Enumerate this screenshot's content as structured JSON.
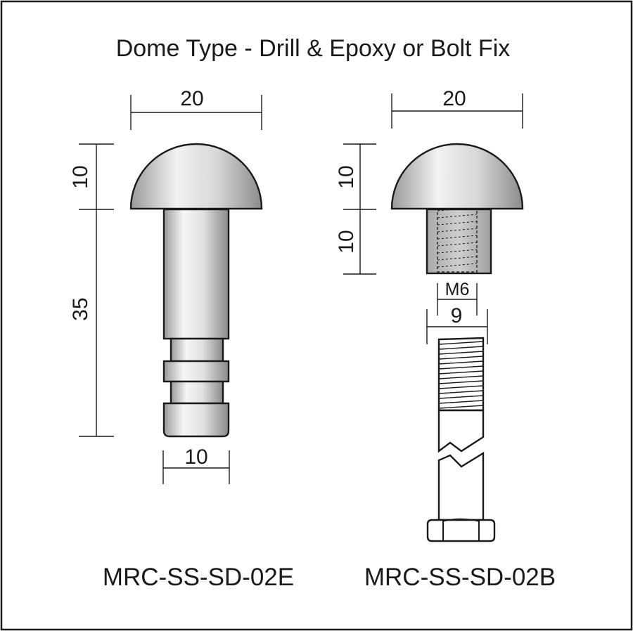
{
  "title": "Dome Type - Drill & Epoxy or Bolt Fix",
  "left_part": {
    "code": "MRC-SS-SD-02E",
    "dims": {
      "width_top": "20",
      "dome_height": "10",
      "stem_length": "35",
      "stem_width": "10"
    }
  },
  "right_part": {
    "code": "MRC-SS-SD-02B",
    "dims": {
      "width_top": "20",
      "dome_height": "10",
      "socket_height": "10",
      "thread": "M6",
      "bolt_width": "9"
    }
  },
  "colors": {
    "outline": "#1a1a1a",
    "metal_light": "#f4f4f4",
    "metal_dark": "#8a8a8a",
    "socket": "#bdbdbd",
    "border": "#1a1a1a"
  }
}
